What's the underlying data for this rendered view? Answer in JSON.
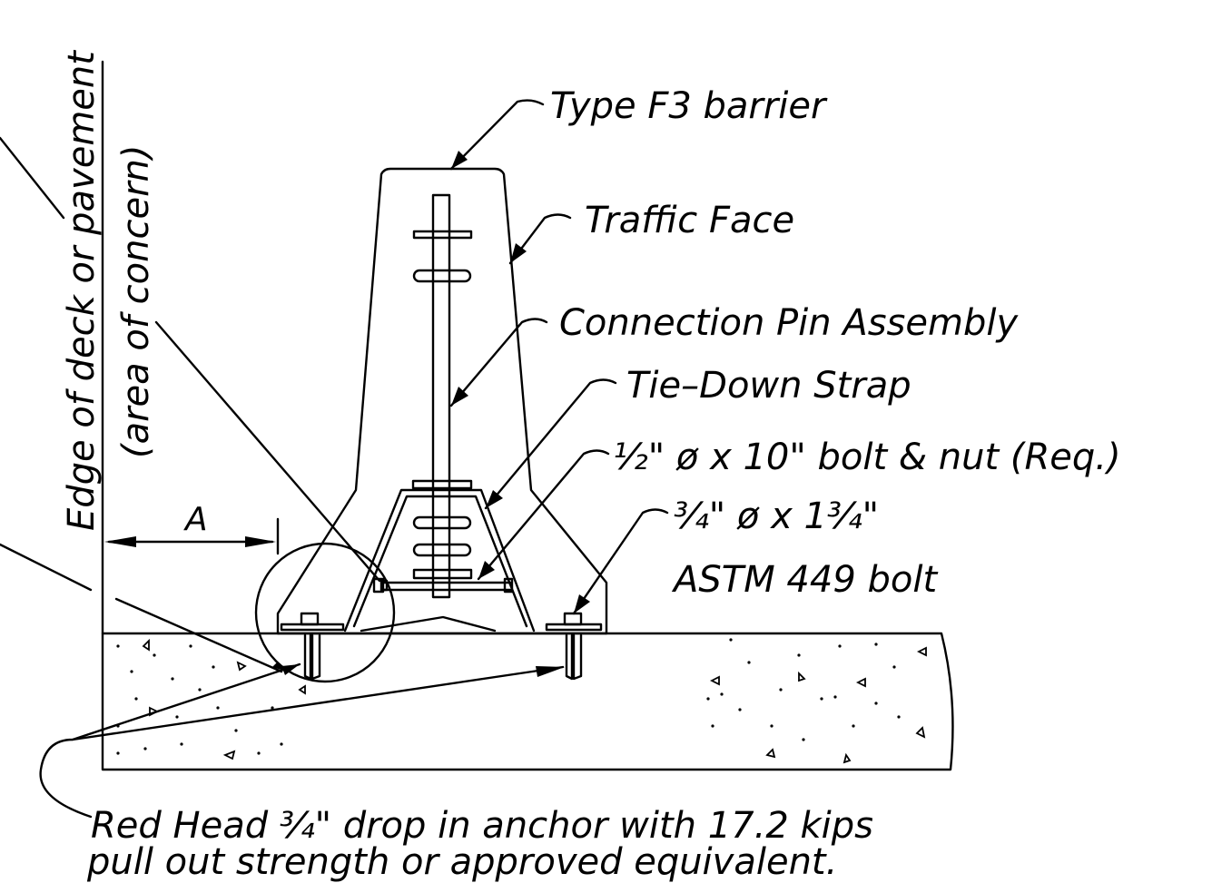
{
  "labels": {
    "barrier": "Type F3 barrier",
    "traffic_face": "Traffic Face",
    "pin_assembly": "Connection Pin Assembly",
    "tie_down": "Tie–Down Strap",
    "bolt_half_a": "½\" ø x 10\" bolt & nut (Req.)",
    "bolt_three_a": "¾\" ø x 1¾\"",
    "bolt_three_b": "ASTM 449 bolt",
    "edge_line1": "Edge of deck or pavement",
    "edge_line2": "(area of concern)",
    "dim_a": "A",
    "anchor_line1": "Red Head ¾\" drop in anchor with 17.2 kips",
    "anchor_line2": "pull out strength or approved equivalent."
  }
}
